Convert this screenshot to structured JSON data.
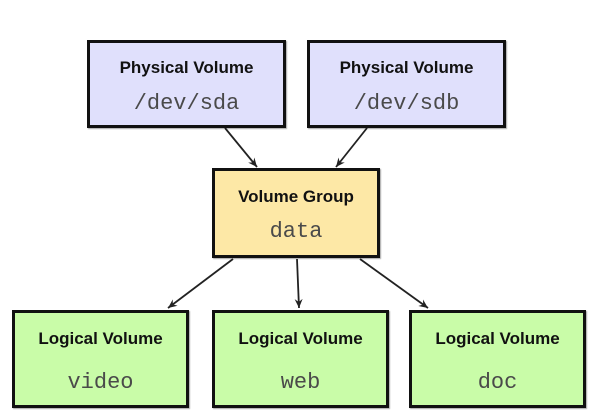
{
  "colors": {
    "physical_volume_fill": "#e0e0fc",
    "volume_group_fill": "#fde8a6",
    "logical_volume_fill": "#c9fca8",
    "border": "#111111",
    "arrow": "#222222"
  },
  "physical_volumes": [
    {
      "title": "Physical Volume",
      "name": "/dev/sda"
    },
    {
      "title": "Physical Volume",
      "name": "/dev/sdb"
    }
  ],
  "volume_group": {
    "title": "Volume Group",
    "name": "data"
  },
  "logical_volumes": [
    {
      "title": "Logical Volume",
      "name": "video"
    },
    {
      "title": "Logical Volume",
      "name": "web"
    },
    {
      "title": "Logical Volume",
      "name": "doc"
    }
  ],
  "edges": [
    {
      "from": "/dev/sda",
      "to": "data"
    },
    {
      "from": "/dev/sdb",
      "to": "data"
    },
    {
      "from": "data",
      "to": "video"
    },
    {
      "from": "data",
      "to": "web"
    },
    {
      "from": "data",
      "to": "doc"
    }
  ]
}
